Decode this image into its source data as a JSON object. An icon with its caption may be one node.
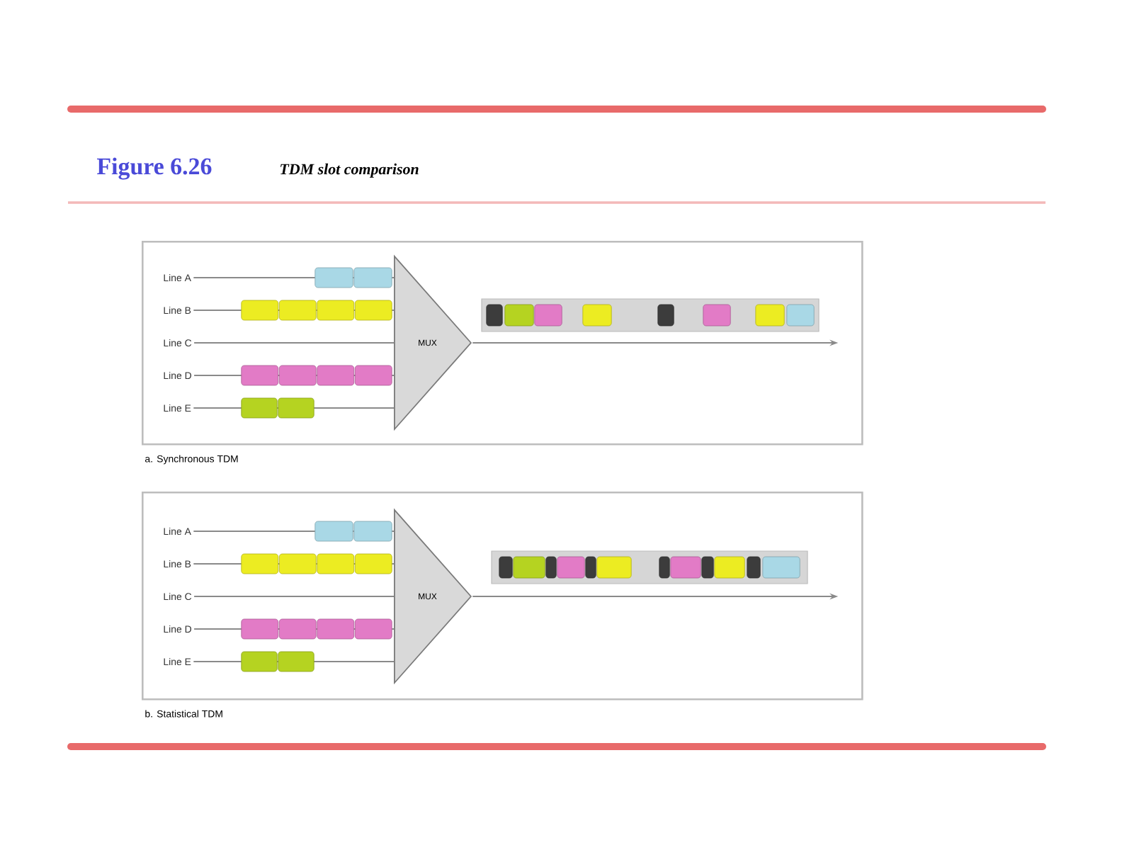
{
  "diagram": {
    "title": "Figure 6.26",
    "caption": "TDM slot comparison",
    "nodes": [
      {
        "text": [
          "a. Synchronous TDM"
        ]
      },
      {
        "text": [
          "Line A"
        ],
        "in": 0
      },
      {
        "text": [
          "Line B"
        ],
        "in": 0
      },
      {
        "text": [
          "Line C"
        ],
        "in": 0
      },
      {
        "text": [
          "Line D"
        ],
        "in": 0
      },
      {
        "text": [
          "Line E"
        ],
        "in": 0
      },
      {
        "text": [
          "MUX"
        ],
        "in": 0
      },
      {
        "text": [
          "b. Statistical TDM"
        ]
      },
      {
        "text": [
          "Line A"
        ],
        "in": 7
      },
      {
        "text": [
          "Line B"
        ],
        "in": 7
      },
      {
        "text": [
          "Line C"
        ],
        "in": 7
      },
      {
        "text": [
          "Line D"
        ],
        "in": 7
      },
      {
        "text": [
          "Line E"
        ],
        "in": 7
      },
      {
        "text": [
          "MUX"
        ],
        "in": 7
      }
    ],
    "edges": [
      {
        "from": 1,
        "to": 6,
        "arrow": "none"
      },
      {
        "from": 2,
        "to": 6,
        "arrow": "none"
      },
      {
        "from": 3,
        "to": 6,
        "arrow": "none"
      },
      {
        "from": 4,
        "to": 6,
        "arrow": "none"
      },
      {
        "from": 5,
        "to": 6,
        "arrow": "none"
      },
      {
        "from": 6,
        "to": null,
        "arrow": "to"
      },
      {
        "from": 8,
        "to": 13,
        "arrow": "none"
      },
      {
        "from": 9,
        "to": 13,
        "arrow": "none"
      },
      {
        "from": 10,
        "to": 13,
        "arrow": "none"
      },
      {
        "from": 11,
        "to": 13,
        "arrow": "none"
      },
      {
        "from": 12,
        "to": 13,
        "arrow": "none"
      },
      {
        "from": 13,
        "to": null,
        "arrow": "to"
      }
    ]
  }
}
